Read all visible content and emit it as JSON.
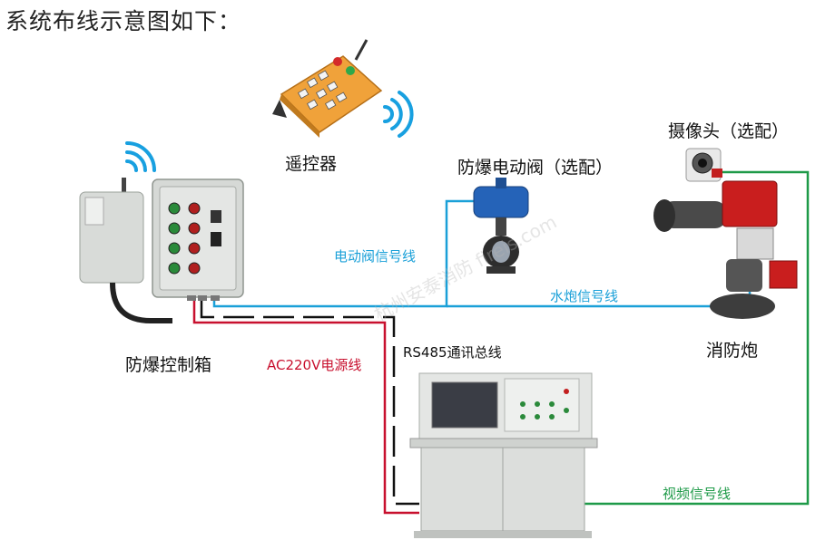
{
  "heading": "系统布线示意图如下：",
  "devices": {
    "remote": "遥控器",
    "valve": "防爆电动阀（选配）",
    "camera": "摄像头（选配）",
    "control_box": "防爆控制箱",
    "cannon": "消防炮"
  },
  "lines": {
    "valve_signal": "电动阀信号线",
    "cannon_signal": "水炮信号线",
    "power": "AC220V电源线",
    "rs485": "RS485通讯总线",
    "video": "视频信号线"
  },
  "colors": {
    "blue_line": "#1aa0d8",
    "red_line": "#c8102e",
    "green_line": "#1e9a48",
    "black_line": "#111111"
  },
  "watermark": "杭州安泰消防 fireis.com"
}
